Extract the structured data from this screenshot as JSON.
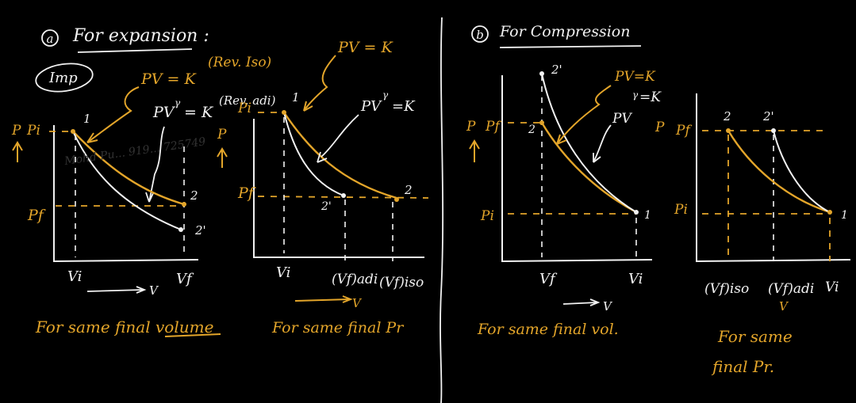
{
  "part_a": {
    "circle": "a",
    "title": "For expansion :",
    "imp": "Imp",
    "iso_label": "PV = K",
    "iso_note": "(Rev. Iso)",
    "adi_label": "PV",
    "adi_exp": "γ",
    "adi_rest": "= K",
    "adi_note": "(Rev. adi)",
    "g1": {
      "p": "P",
      "pi": "Pi",
      "pf": "Pf",
      "vi": "Vi",
      "vf": "Vf",
      "v": "V",
      "pt1": "1",
      "pt2": "2",
      "pt2p": "2'",
      "pright": "P",
      "caption": "For same final volume"
    },
    "g2": {
      "pi": "Pi",
      "pf": "Pf",
      "vi": "Vi",
      "pt1": "1",
      "pt2": "2",
      "pt2p": "2'",
      "vf_adi": "(Vf)adi",
      "vf_iso": "(Vf)iso",
      "v": "V",
      "top_label": "PV = K",
      "adi_label": "PV",
      "adi_exp": "γ",
      "adi_rest": "=K",
      "caption": "For same final Pr"
    }
  },
  "part_b": {
    "circle": "b",
    "title": "For Compression",
    "g3": {
      "p": "P",
      "pf": "Pf",
      "pi": "Pi",
      "vf": "Vf",
      "vi": "Vi",
      "v": "V",
      "pt1": "1",
      "pt2": "2",
      "pt2p": "2'",
      "iso_label": "PV=K",
      "adi_label": "PV",
      "adi_exp": "γ",
      "adi_rest": "=K",
      "caption": "For same final vol."
    },
    "g4": {
      "p": "P",
      "pf": "Pf",
      "pi": "Pi",
      "pt1": "1",
      "pt2": "2",
      "pt2p": "2'",
      "vf_iso": "(Vf)iso",
      "vf_adi": "(Vf)adi",
      "vi": "Vi",
      "v": "V",
      "caption_line1": "For same",
      "caption_line2": "final Pr."
    }
  },
  "watermark": "Mohd Pu... 919... 725749",
  "colors": {
    "background": "#000000",
    "ink": "#f2f2f2",
    "accent": "#e3a52a"
  }
}
